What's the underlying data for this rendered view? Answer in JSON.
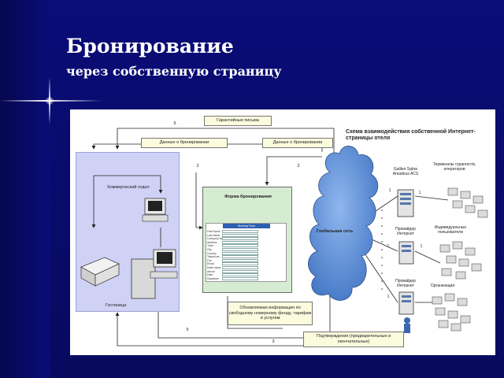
{
  "slide": {
    "title": "Бронирование",
    "subtitle": "через собственную страницу"
  },
  "diagram": {
    "scheme_title": "Схема взаимодействия собственной Интернет-страницы отеля",
    "hotel": {
      "label": "Гостиница",
      "commercial_dept": "Коммерческий отдел"
    },
    "form": {
      "title": "Форма бронирования",
      "header": "Booking Form",
      "fields": [
        "First Name",
        "Last Name",
        "Company Name",
        "Address",
        "Town",
        "City",
        "Country",
        "Telephone",
        "Fax",
        "Email",
        "Hotel name",
        "Arrival",
        "Date",
        "Departure"
      ]
    },
    "network": {
      "label": "Глобальная сеть"
    },
    "gds": {
      "label": "Galileo Sabre Amadeus ACS"
    },
    "terminals": {
      "label": "Терминалы турагенств, операторов"
    },
    "provider1": {
      "label": "Провайдер Интернет"
    },
    "individuals": {
      "label": "Индивидуальные пользователи"
    },
    "provider2": {
      "label": "Провайдер Интернет"
    },
    "organizations": {
      "label": "Организации"
    },
    "boxes": {
      "guarantee": "Гарантийные письма",
      "booking_data_left": "Данные о бронировании",
      "booking_data_right": "Данные о бронировании",
      "update_info": "Обновляемая информация по свободному номерному фонду, тарифам и услугам",
      "confirmations": "Подтверждения (предварительные и окончательные)"
    },
    "flow_numbers": {
      "n6": "6",
      "n2_left": "2",
      "n2_right": "2",
      "n5": "5",
      "n3": "3",
      "n1a": "1",
      "n1b": "1",
      "n1c": "1",
      "n1d": "1",
      "n1e": "1"
    },
    "colors": {
      "background": "#0a0c78",
      "hotel_panel": "#cfd1f5",
      "form_panel": "#d6ecd2",
      "cloud": "#5b8fd8",
      "info_box": "#fbfbde"
    }
  }
}
